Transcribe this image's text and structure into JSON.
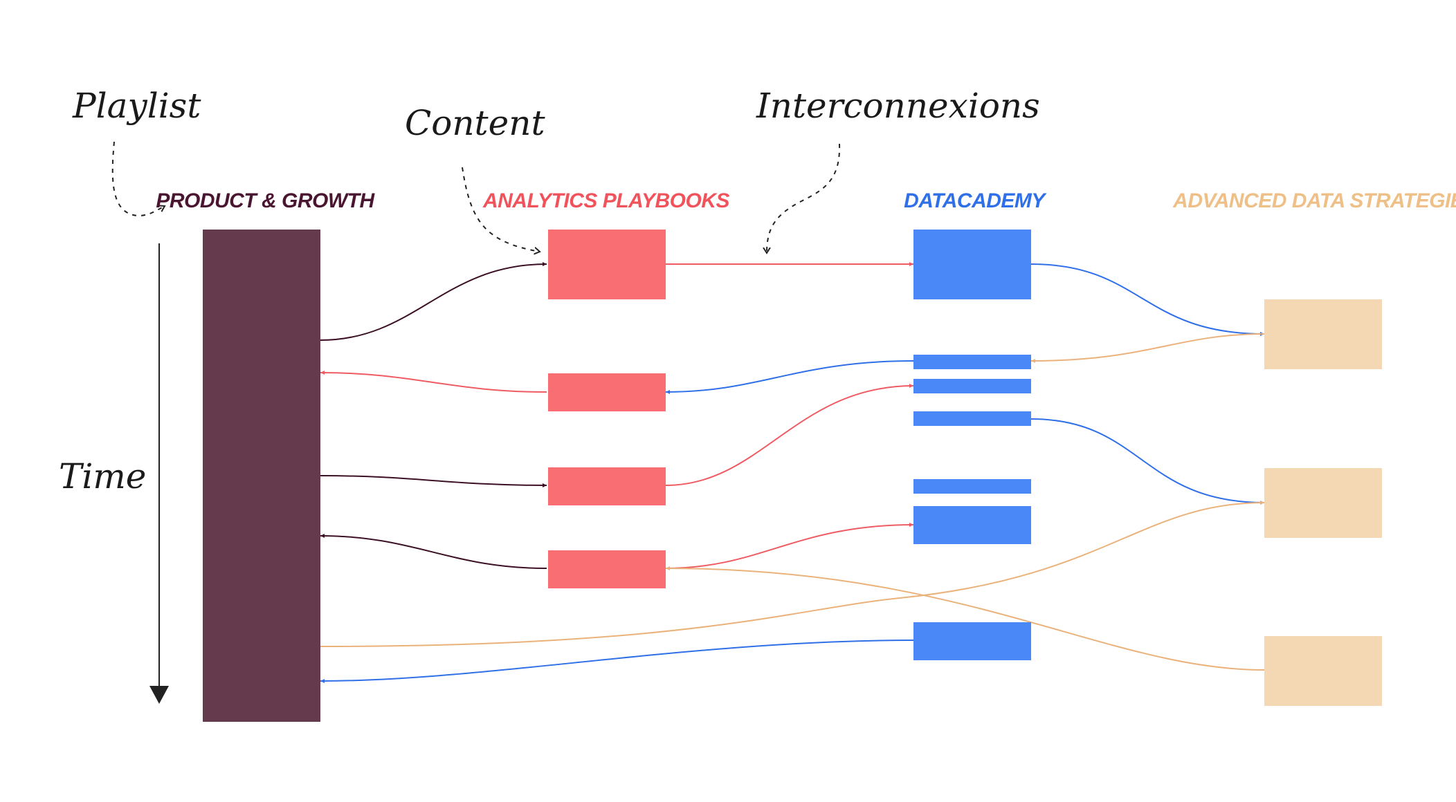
{
  "annotations": {
    "playlist": "Playlist",
    "content": "Content",
    "interconnexions": "Interconnexions",
    "time": "Time"
  },
  "playlists": [
    {
      "id": "product",
      "title": "PRODUCT & GROWTH",
      "color": "#643a4c",
      "heading_color": "#4a1530"
    },
    {
      "id": "analytics",
      "title": "ANALYTICS PLAYBOOKS",
      "color": "#f86e73",
      "heading_color": "#f0535c"
    },
    {
      "id": "datacademy",
      "title": "DATACADEMY",
      "color": "#4a88f7",
      "heading_color": "#2f6fe8"
    },
    {
      "id": "advanced",
      "title": "ADVANCED DATA STRATEGIES",
      "color": "#f4d8b4",
      "heading_color": "#eebf86"
    }
  ],
  "link_colors": {
    "product": "#3b1025",
    "analytics": "#ef5b62",
    "datacademy": "#2f6fe8",
    "advanced": "#eab27a"
  },
  "icons": {
    "time_arrow": "arrow-down-icon"
  }
}
